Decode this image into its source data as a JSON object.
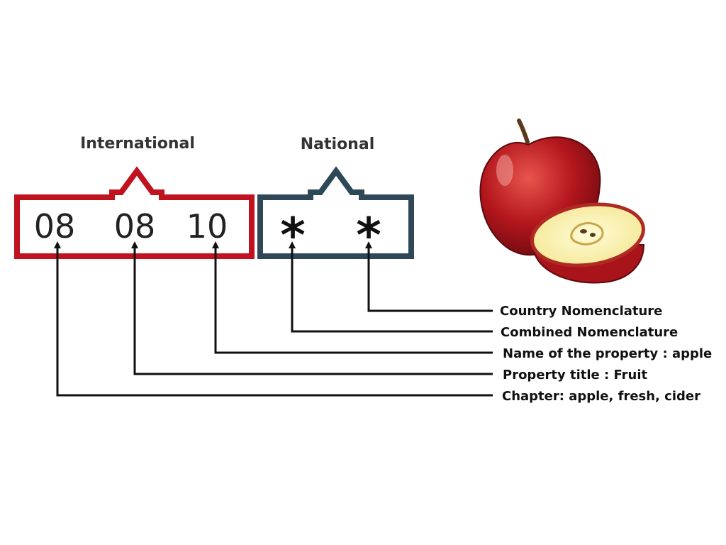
{
  "colors": {
    "international": "#c1121f",
    "national": "#2f4858",
    "connector": "#111111"
  },
  "groups": {
    "international": {
      "heading": "International",
      "digits": [
        "08",
        "08",
        "10"
      ]
    },
    "national": {
      "heading": "National",
      "placeholders": [
        "*",
        "*"
      ]
    }
  },
  "labels": [
    "Country Nomenclature",
    "Combined Nomenclature",
    "Name of the property : apple",
    "Property title : Fruit",
    "Chapter: apple, fresh, cider"
  ],
  "icons": {
    "apple": "apple-illustration-icon"
  }
}
